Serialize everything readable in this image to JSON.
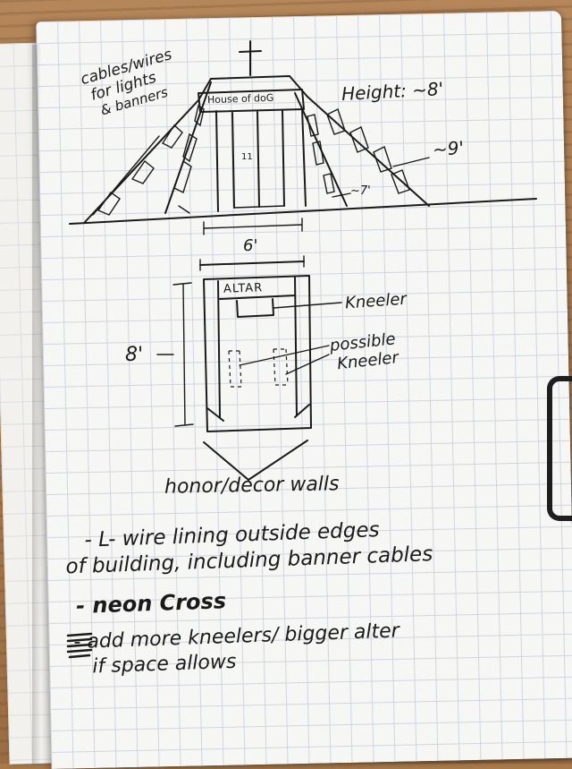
{
  "notebook": {
    "top_sketch": {
      "sign": "House of doG",
      "door_mark": "11",
      "cables_note": [
        "cables/wires",
        "for lights",
        "& banners"
      ],
      "height_label": "Height: ~8'",
      "slope_label": "~9'",
      "base_label": "~7'",
      "width_label": "6'"
    },
    "floor_plan": {
      "altar": "ALTAR",
      "kneeler": "Kneeler",
      "possible_kneeler": [
        "possible",
        "Kneeler"
      ],
      "length_label": "8'",
      "walls_label": "honor/decor walls"
    },
    "notes": [
      "- L- wire lining outside edges",
      "of building, including banner cables",
      "- neon Cross",
      "- add more kneelers/ bigger alter",
      "if space allows"
    ]
  }
}
